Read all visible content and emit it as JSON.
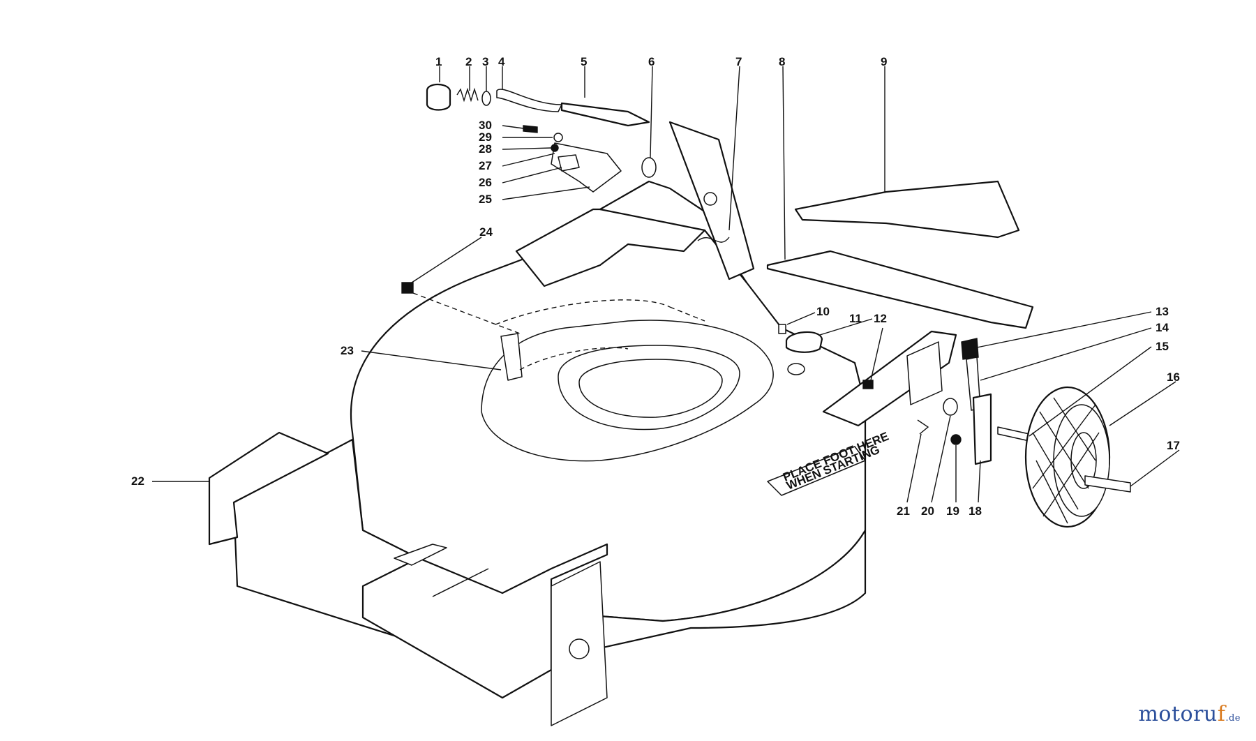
{
  "diagram": {
    "callouts": [
      "1",
      "2",
      "3",
      "4",
      "5",
      "6",
      "7",
      "8",
      "9",
      "10",
      "11",
      "12",
      "13",
      "14",
      "15",
      "16",
      "17",
      "18",
      "19",
      "20",
      "21",
      "22",
      "23",
      "24",
      "25",
      "26",
      "27",
      "28",
      "29",
      "30"
    ],
    "decal_text": [
      "PLACE FOOT HERE",
      "WHEN STARTING"
    ]
  },
  "watermark": {
    "main": "motoru",
    "accent": "f",
    "suffix": ".de"
  }
}
